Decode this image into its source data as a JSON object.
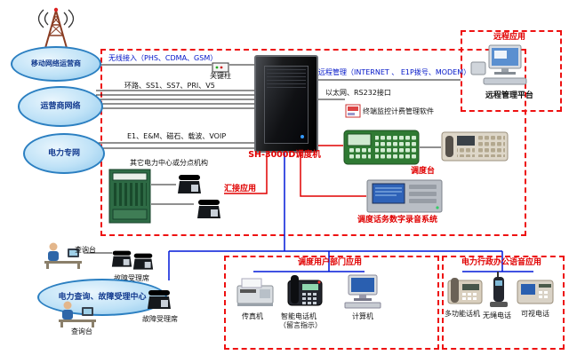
{
  "colors": {
    "dashed_box_red": "#ee1111",
    "line_blue": "#0018d8",
    "line_red": "#e00000",
    "cloud_fill": "#bfe2f7",
    "cloud_border": "#2b7fc1",
    "label_blue": "#0014c8",
    "label_red": "#e00000"
  },
  "icons": {
    "radio-tower-icon": "lattice antenna tower with signal arcs",
    "cloud-icon": "blue network cloud",
    "rack-icon": "black switch cabinet",
    "phone-icon": "desk telephone",
    "person-desk-icon": "operator at desk with monitor",
    "computer-icon": "desktop computer",
    "fax-icon": "fax machine",
    "console-icon": "dispatch console",
    "recorder-icon": "recording system rack",
    "pbx-icon": "green PBX cabinet",
    "cordless-icon": "cordless phone",
    "videophone-icon": "video phone"
  },
  "clouds": {
    "mobile": "移动网络运营商",
    "operator": "运营商网络",
    "power": "电力专网",
    "query_center": "电力查询、故障受理中心"
  },
  "links": {
    "wireless": "无线接入（PHS、CDMA、GSM）",
    "gateway": "关键柱",
    "trunks": "环路、SS1、SS7、PRI、V5",
    "power_trunks": "E1、E&M、磁石、载波、VOIP",
    "remote_mgmt": "远程管理（INTERNET 、 E1P拨号、MODEM）",
    "ethernet": "以太网、RS232接口"
  },
  "center": {
    "rack_label": "SH-3000D调度机",
    "terminal_software": "终端监控计费管理软件",
    "console": "调度台",
    "recording": "调度话务数字录音系统",
    "branch_centers": "其它电力中心或分点机构",
    "tandem_app": "汇接应用"
  },
  "remote_box": {
    "title": "远程应用",
    "platform": "远程管理平台"
  },
  "query_cluster": {
    "desk1": "查询台",
    "fault1": "故障受理席",
    "desk2": "查询台",
    "fault2": "故障受理席"
  },
  "dispatch_users": {
    "title": "调度用户部门应用",
    "fax": "传真机",
    "smart_phone": "智能电话机",
    "smart_phone_note": "（留言指示）",
    "computer": "计算机"
  },
  "admin_voice": {
    "title": "电力行政办公语音应用",
    "multi_phone": "多功能话机",
    "cordless": "无绳电话",
    "video_phone": "可视电话"
  }
}
